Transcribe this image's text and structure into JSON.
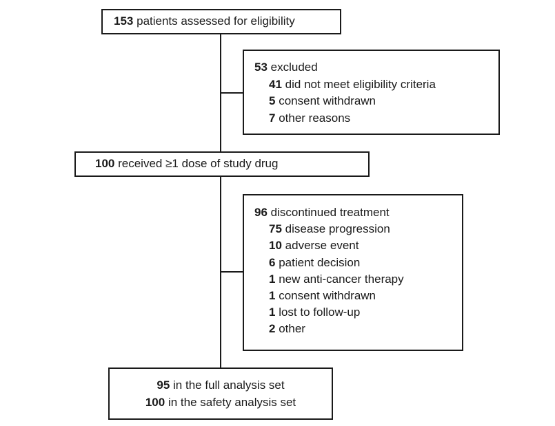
{
  "diagram": {
    "colors": {
      "border": "#1a1a1a",
      "text": "#1a1a1a",
      "background": "#ffffff"
    },
    "boxes": [
      {
        "id": "assessed",
        "lines": [
          {
            "number": "153",
            "text": "patients assessed for eligibility",
            "indent": false
          }
        ]
      },
      {
        "id": "excluded",
        "lines": [
          {
            "number": "53",
            "text": "excluded",
            "indent": false
          },
          {
            "number": "41",
            "text": "did not meet eligibility criteria",
            "indent": true
          },
          {
            "number": "5",
            "text": "consent withdrawn",
            "indent": true
          },
          {
            "number": "7",
            "text": "other reasons",
            "indent": true
          }
        ]
      },
      {
        "id": "received",
        "lines": [
          {
            "number": "100",
            "text": "received ≥1 dose of study drug",
            "indent": false
          }
        ]
      },
      {
        "id": "discontinued",
        "lines": [
          {
            "number": "96",
            "text": "discontinued treatment",
            "indent": false
          },
          {
            "number": "75",
            "text": "disease progression",
            "indent": true
          },
          {
            "number": "10",
            "text": "adverse event",
            "indent": true
          },
          {
            "number": "6",
            "text": "patient decision",
            "indent": true
          },
          {
            "number": "1",
            "text": "new anti-cancer therapy",
            "indent": true
          },
          {
            "number": "1",
            "text": "consent withdrawn",
            "indent": true
          },
          {
            "number": "1",
            "text": "lost to follow-up",
            "indent": true
          },
          {
            "number": "2",
            "text": "other",
            "indent": true
          }
        ]
      },
      {
        "id": "analysis",
        "lines": [
          {
            "number": "95",
            "text": "in the full analysis set",
            "indent": false
          },
          {
            "number": "100",
            "text": "in the safety analysis set",
            "indent": false
          }
        ]
      }
    ]
  }
}
